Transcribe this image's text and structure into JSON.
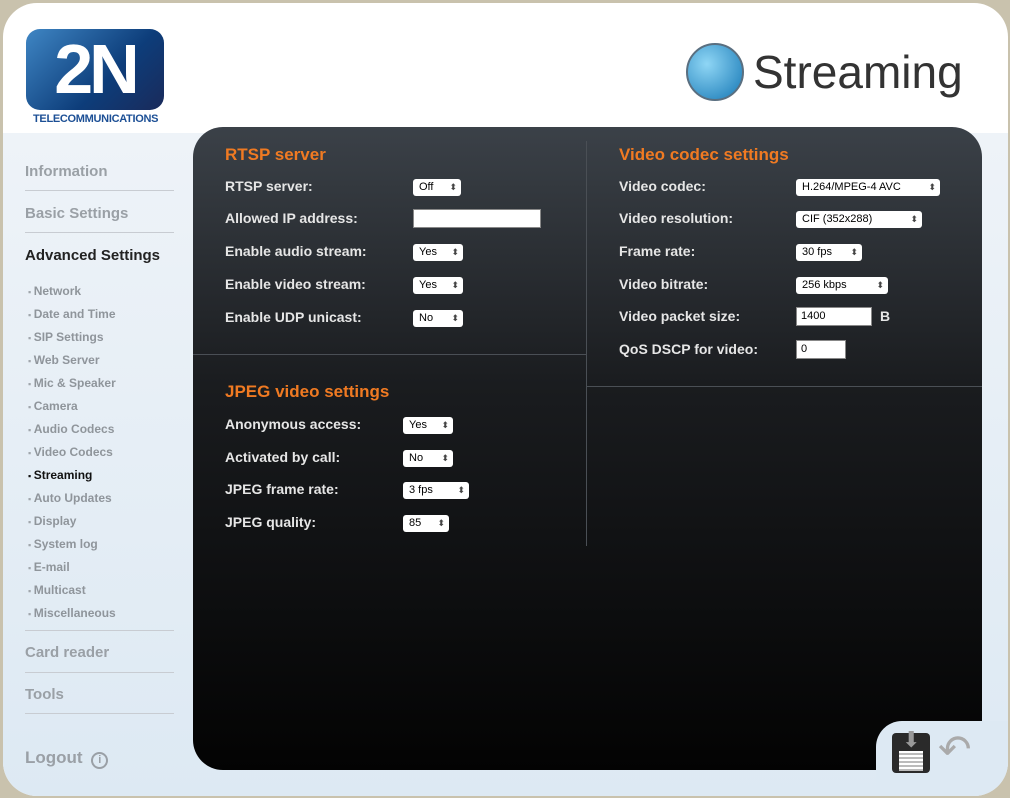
{
  "header": {
    "logo_text": "2N",
    "logo_subtitle": "TELECOMMUNICATIONS",
    "title": "Streaming"
  },
  "sidebar": {
    "main_top": [
      "Information",
      "Basic Settings",
      "Advanced Settings"
    ],
    "sub": [
      "Network",
      "Date and Time",
      "SIP Settings",
      "Web Server",
      "Mic & Speaker",
      "Camera",
      "Audio Codecs",
      "Video Codecs",
      "Streaming",
      "Auto Updates",
      "Display",
      "System log",
      "E-mail",
      "Multicast",
      "Miscellaneous"
    ],
    "main_bottom": [
      "Card reader",
      "Tools"
    ],
    "logout": "Logout"
  },
  "rtsp": {
    "title": "RTSP server",
    "rows": [
      {
        "label": "RTSP server:",
        "value": "Off",
        "type": "select"
      },
      {
        "label": "Allowed IP address:",
        "value": "",
        "type": "input"
      },
      {
        "label": "Enable audio stream:",
        "value": "Yes",
        "type": "select"
      },
      {
        "label": "Enable video stream:",
        "value": "Yes",
        "type": "select"
      },
      {
        "label": "Enable UDP unicast:",
        "value": "No",
        "type": "select"
      }
    ]
  },
  "jpeg": {
    "title": "JPEG video settings",
    "rows": [
      {
        "label": "Anonymous access:",
        "value": "Yes"
      },
      {
        "label": "Activated by call:",
        "value": "No"
      },
      {
        "label": "JPEG frame rate:",
        "value": "3 fps"
      },
      {
        "label": "JPEG quality:",
        "value": "85"
      }
    ]
  },
  "codec": {
    "title": "Video codec settings",
    "rows": [
      {
        "label": "Video codec:",
        "value": "H.264/MPEG-4 AVC"
      },
      {
        "label": "Video resolution:",
        "value": "CIF (352x288)"
      },
      {
        "label": "Frame rate:",
        "value": "30 fps"
      },
      {
        "label": "Video bitrate:",
        "value": "256 kbps"
      },
      {
        "label": "Video packet size:",
        "value": "1400",
        "unit": "B"
      },
      {
        "label": "QoS DSCP for video:",
        "value": "0"
      }
    ]
  }
}
